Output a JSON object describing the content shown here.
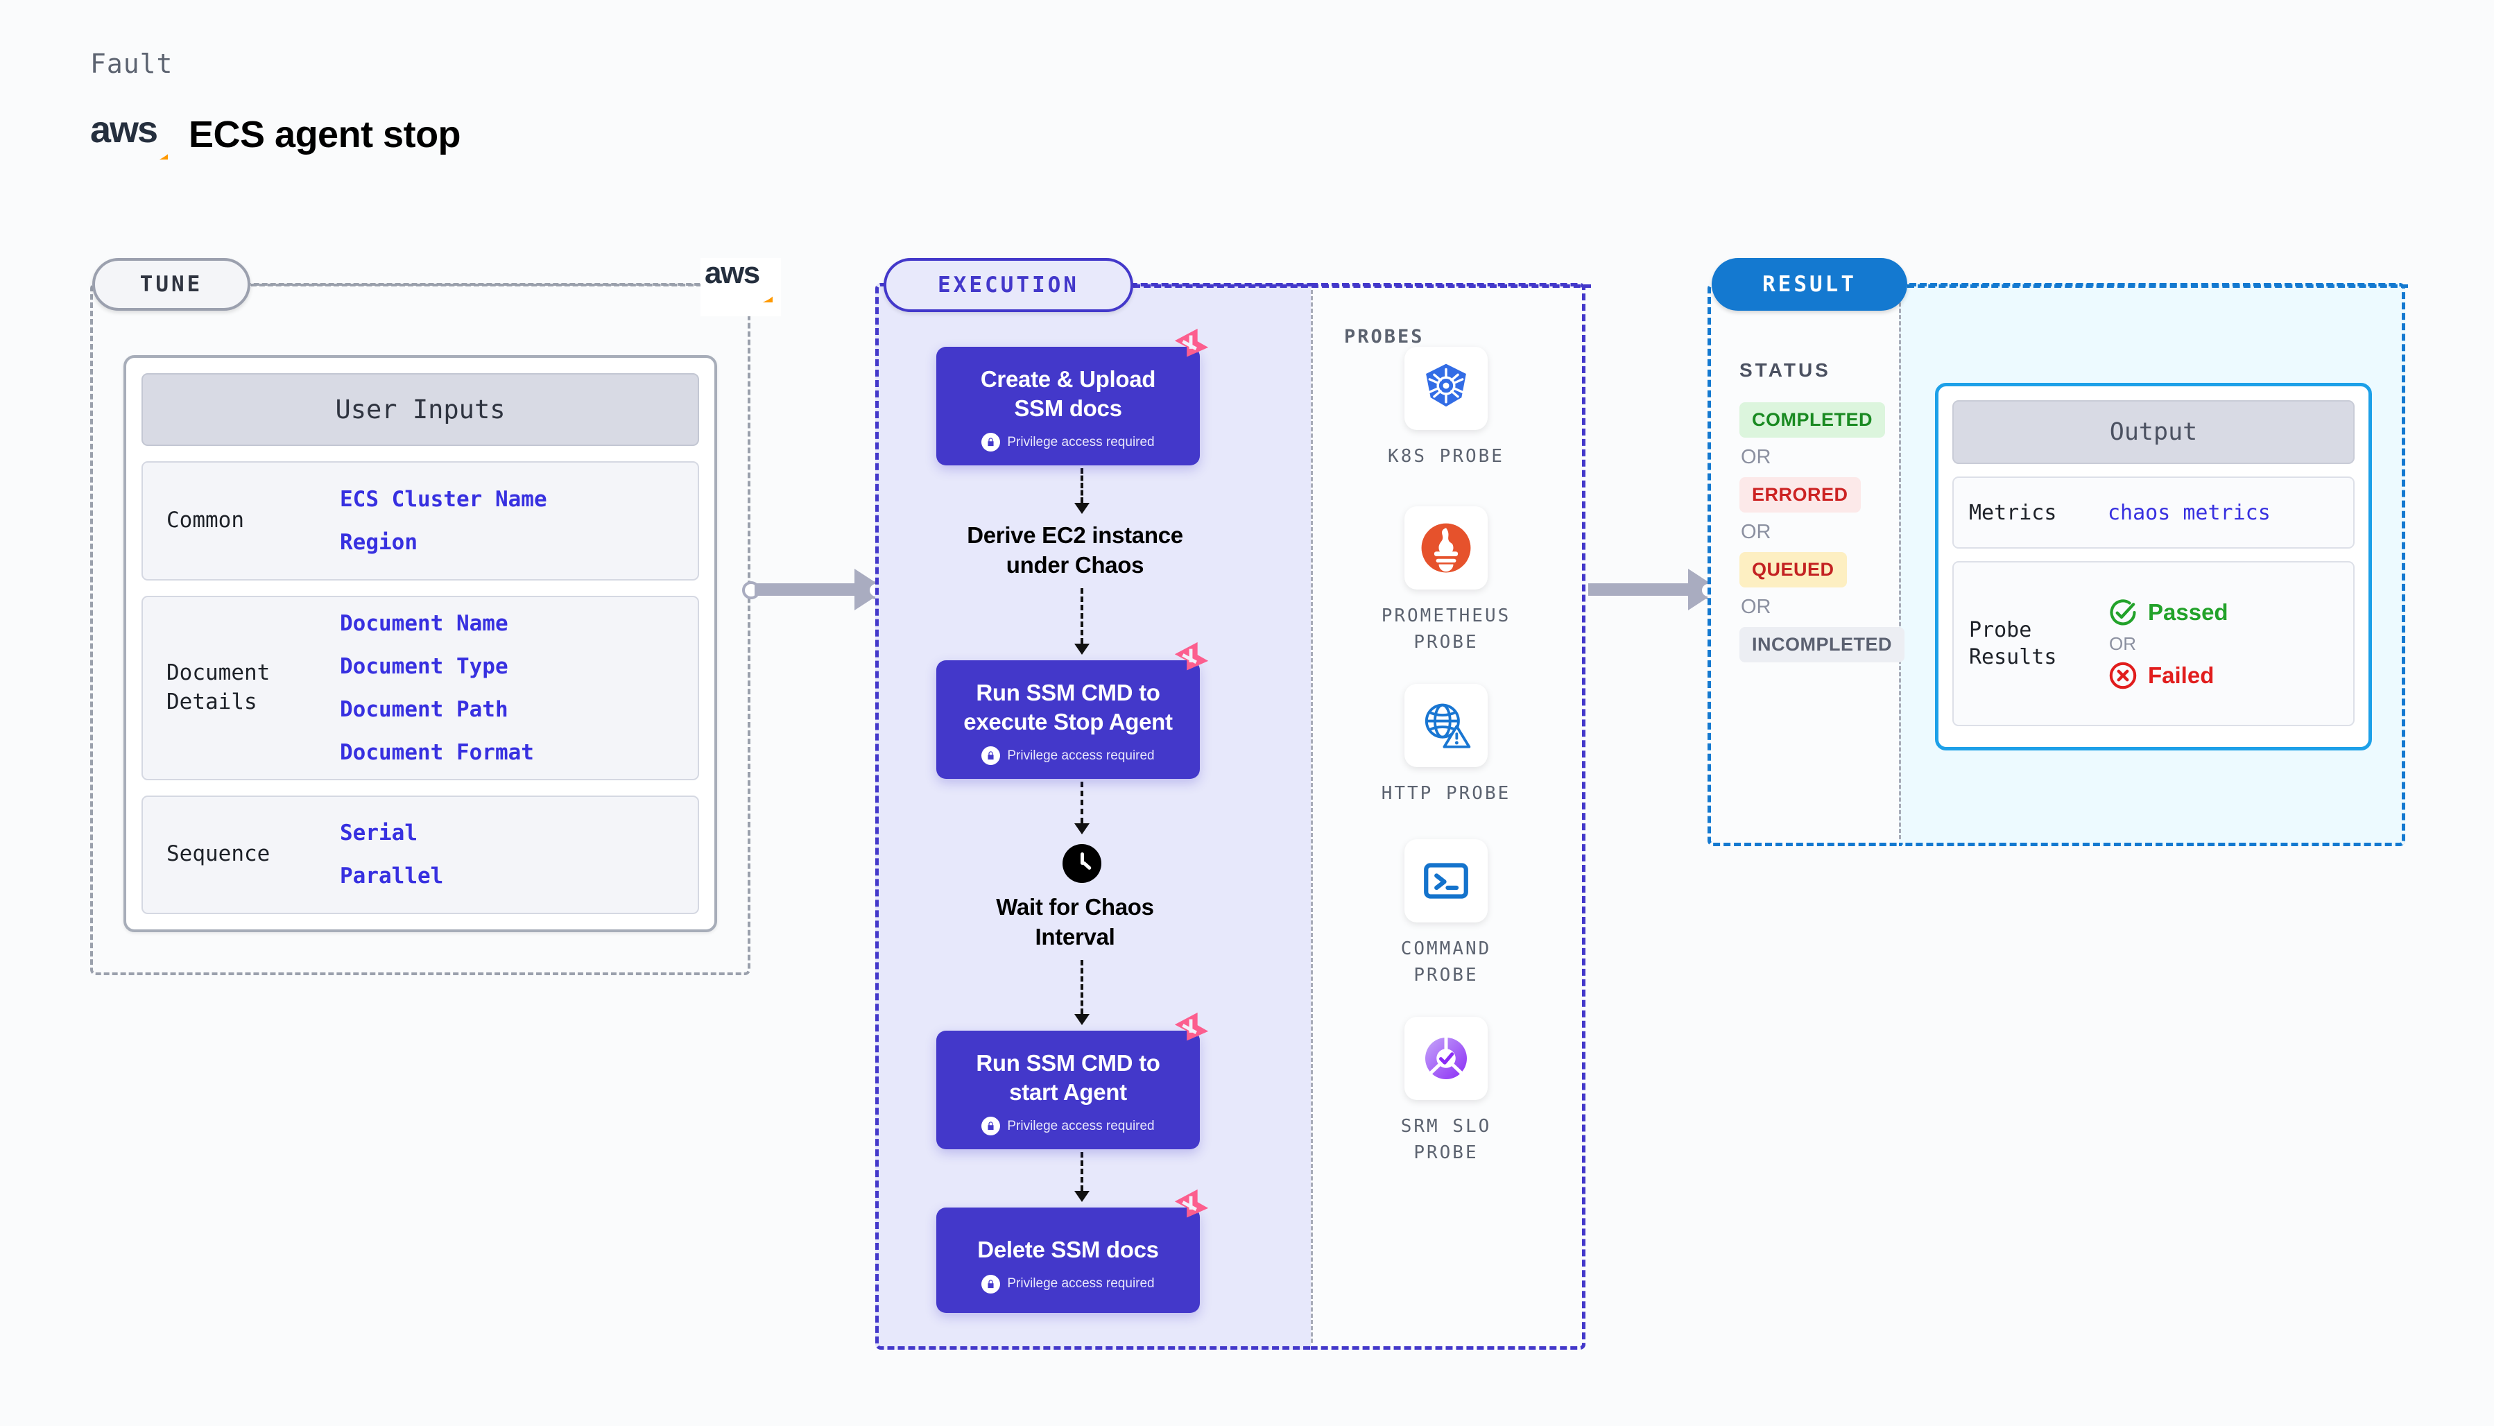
{
  "header": {
    "kicker": "Fault",
    "title": "ECS agent stop",
    "logo_word": "aws",
    "logo_name": "aws-logo"
  },
  "tune": {
    "badge": "TUNE",
    "card_title": "User Inputs",
    "groups": [
      {
        "label": "Common",
        "values": [
          "ECS Cluster Name",
          "Region"
        ]
      },
      {
        "label": "Document\nDetails",
        "label_line1": "Document",
        "label_line2": "Details",
        "values": [
          "Document Name",
          "Document Type",
          "Document Path",
          "Document Format"
        ]
      },
      {
        "label": "Sequence",
        "values": [
          "Serial",
          "Parallel"
        ]
      }
    ]
  },
  "execution": {
    "badge": "EXECUTION",
    "privilege_text": "Privilege access required",
    "steps": [
      {
        "type": "node",
        "title_line1": "Create & Upload",
        "title_line2": "SSM docs",
        "privileged": true
      },
      {
        "type": "text",
        "title_line1": "Derive EC2 instance",
        "title_line2": "under Chaos"
      },
      {
        "type": "node",
        "title_line1": "Run SSM CMD to",
        "title_line2": "execute Stop Agent",
        "privileged": true
      },
      {
        "type": "text-icon",
        "icon": "clock-icon",
        "title_line1": "Wait for Chaos",
        "title_line2": "Interval"
      },
      {
        "type": "node",
        "title_line1": "Run SSM CMD to",
        "title_line2": "start Agent",
        "privileged": true
      },
      {
        "type": "node",
        "title_line1": "Delete SSM docs",
        "title_line2": "",
        "privileged": true
      }
    ]
  },
  "probes": {
    "title": "PROBES",
    "items": [
      {
        "icon": "kubernetes-icon",
        "label_line1": "K8S PROBE",
        "label_line2": ""
      },
      {
        "icon": "prometheus-icon",
        "label_line1": "PROMETHEUS",
        "label_line2": "PROBE"
      },
      {
        "icon": "http-globe-icon",
        "label_line1": "HTTP PROBE",
        "label_line2": ""
      },
      {
        "icon": "command-terminal-icon",
        "label_line1": "COMMAND",
        "label_line2": "PROBE"
      },
      {
        "icon": "srm-slo-icon",
        "label_line1": "SRM SLO",
        "label_line2": "PROBE"
      }
    ]
  },
  "result": {
    "badge": "RESULT",
    "status_title": "STATUS",
    "or_label": "OR",
    "statuses": [
      {
        "label": "COMPLETED",
        "color": "#1a8a22",
        "bg": "#dcf5dd"
      },
      {
        "label": "ERRORED",
        "color": "#cc2222",
        "bg": "#fce9e9"
      },
      {
        "label": "QUEUED",
        "color": "#c32222",
        "bg": "#fdefc2"
      },
      {
        "label": "INCOMPLETED",
        "color": "#5a6070",
        "bg": "#eceef3"
      }
    ],
    "output": {
      "title": "Output",
      "metrics_label": "Metrics",
      "metrics_value": "chaos metrics",
      "probe_results_label_line1": "Probe",
      "probe_results_label_line2": "Results",
      "passed": "Passed",
      "failed": "Failed",
      "or_label": "OR"
    }
  },
  "colors": {
    "primary_indigo": "#4338ca",
    "result_blue": "#1479d0",
    "output_blue": "#1da0e8",
    "accent_pink": "#fc5e8e",
    "aws_orange": "#ff9900",
    "muted_gray": "#9aa0ac"
  }
}
